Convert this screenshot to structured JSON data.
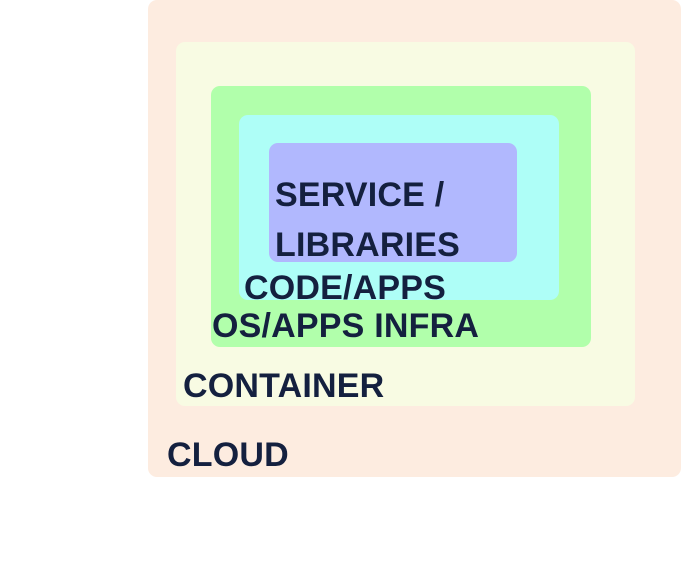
{
  "layers": {
    "cloud": {
      "label": "CLOUD",
      "color": "#fdece0"
    },
    "container": {
      "label": "CONTAINER",
      "color": "#f8fbe3"
    },
    "os_infra": {
      "label": "OS/APPS INFRA",
      "color": "#b1ffab"
    },
    "code_apps": {
      "label": "CODE/APPS",
      "color": "#aefef7"
    },
    "service": {
      "label_line1": "SERVICE /",
      "label_line2": "LIBRARIES",
      "color": "#b1b8fe"
    }
  },
  "text_color": "#14203f"
}
